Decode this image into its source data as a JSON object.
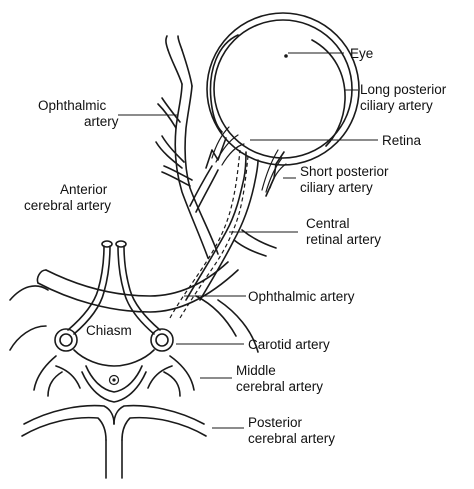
{
  "colors": {
    "ink": "#1a1a1a",
    "background": "#ffffff"
  },
  "labels": {
    "eye": "Eye",
    "long_posterior_ciliary_1": "Long posterior",
    "long_posterior_ciliary_2": "ciliary artery",
    "retina": "Retina",
    "short_posterior_ciliary_1": "Short posterior",
    "short_posterior_ciliary_2": "ciliary artery",
    "ophthalmic_artery_left_1": "Ophthalmic",
    "ophthalmic_artery_left_2": "artery",
    "anterior_cerebral_1": "Anterior",
    "anterior_cerebral_2": "cerebral artery",
    "central_retinal_1": "Central",
    "central_retinal_2": "retinal artery",
    "ophthalmic_artery_right": "Ophthalmic artery",
    "chiasm": "Chiasm",
    "carotid_artery": "Carotid artery",
    "middle_cerebral_1": "Middle",
    "middle_cerebral_2": "cerebral artery",
    "posterior_cerebral_1": "Posterior",
    "posterior_cerebral_2": "cerebral artery"
  }
}
